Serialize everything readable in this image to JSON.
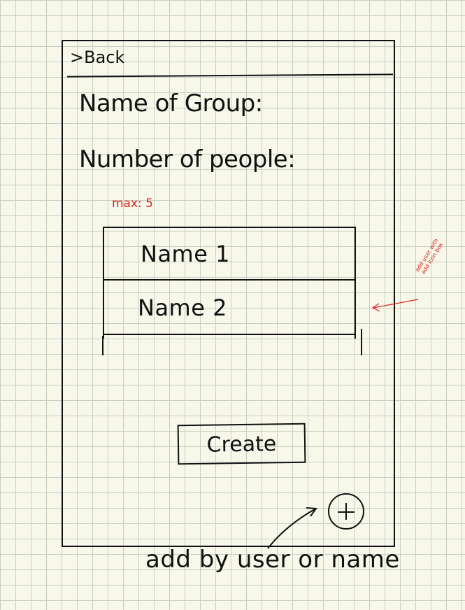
{
  "header": {
    "back_label": ">Back"
  },
  "form": {
    "group_name_label": "Name of Group:",
    "people_count_label": "Number of people:",
    "max_note": "max: 5"
  },
  "people_list": {
    "items": [
      {
        "label": "Name 1"
      },
      {
        "label": "Name 2"
      }
    ]
  },
  "actions": {
    "create_label": "Create",
    "add_icon": "plus-circle-icon"
  },
  "annotations": {
    "add_hint": "add by user or name",
    "list_hint": "add user with add icon box"
  },
  "colors": {
    "ink": "#111111",
    "annotation_red": "#d8261f",
    "paper": "#f7f8ea",
    "grid": "#c9cfc0"
  }
}
